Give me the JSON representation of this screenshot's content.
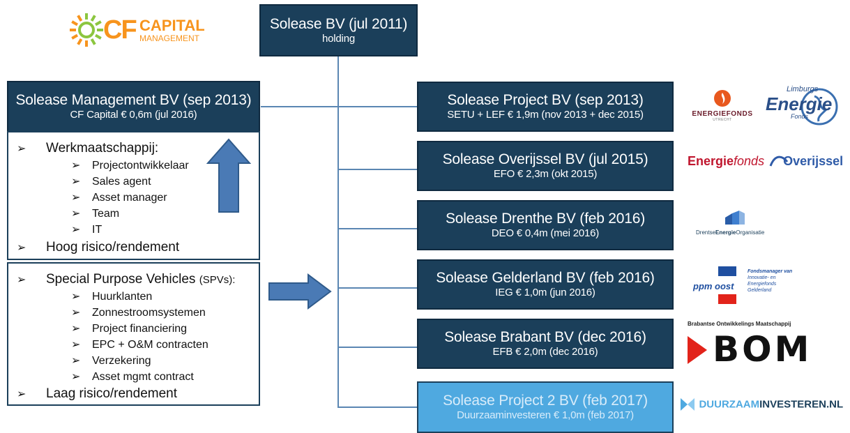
{
  "cf_logo": {
    "cf": "CF",
    "capital": "CAPITAL",
    "management": "MANAGEMENT"
  },
  "holding": {
    "title": "Solease BV (jul 2011)",
    "subtitle": "holding"
  },
  "management": {
    "title": "Solease Management BV (sep 2013)",
    "subtitle": "CF Capital € 0,6m (jul 2016)"
  },
  "werk": {
    "heading": "Werkmaatschappij:",
    "items": [
      "Projectontwikkelaar",
      "Sales agent",
      "Asset manager",
      "Team",
      "IT"
    ],
    "footer": "Hoog risico/rendement"
  },
  "spv": {
    "heading": "Special Purpose Vehicles",
    "heading_suffix": "(SPVs):",
    "items": [
      "Huurklanten",
      "Zonnestroomsystemen",
      "Project financiering",
      "EPC + O&M contracten",
      "Verzekering",
      "Asset mgmt contract"
    ],
    "footer": "Laag risico/rendement"
  },
  "subsidiaries": [
    {
      "title": "Solease Project BV (sep 2013)",
      "subtitle": "SETU + LEF € 1,9m (nov 2013 + dec 2015)"
    },
    {
      "title": "Solease Overijssel BV (jul 2015)",
      "subtitle": "EFO € 2,3m (okt 2015)"
    },
    {
      "title": "Solease Drenthe BV (feb 2016)",
      "subtitle": "DEO € 0,4m (mei 2016)"
    },
    {
      "title": "Solease Gelderland BV (feb 2016)",
      "subtitle": "IEG € 1,0m (jun 2016)"
    },
    {
      "title": "Solease Brabant BV (dec 2016)",
      "subtitle": "EFB € 2,0m (dec 2016)"
    },
    {
      "title": "Solease Project 2 BV (feb 2017)",
      "subtitle": "Duurzaaminvesteren € 1,0m (feb 2017)"
    }
  ],
  "logos": {
    "energiefonds_utrecht": {
      "main": "ENERGIEFONDS",
      "sub": "UTRECHT"
    },
    "limburgs": {
      "top": "Limburgs",
      "main": "Energie",
      "sub": "Fonds"
    },
    "overijssel": {
      "a": "Energie",
      "b": "fonds",
      "c": "Overijssel"
    },
    "drentse": {
      "a": "Drentse",
      "b": "Energie",
      "c": "Organisatie"
    },
    "ppm": {
      "name": "ppm oost",
      "l1": "Fondsmanager van",
      "l2": "Innovatie- en",
      "l3": "Energiefonds",
      "l4": "Gelderland"
    },
    "bom": {
      "top": "Brabantse Ontwikkelings Maatschappij",
      "main": "BOM"
    },
    "duurzaam": {
      "a": "DUURZAAM",
      "b": "INVESTEREN.NL"
    }
  },
  "colors": {
    "navy": "#1b3f5a",
    "light_blue": "#4fa9e0",
    "arrow": "#4a7ab5",
    "line": "#5a86b2"
  }
}
